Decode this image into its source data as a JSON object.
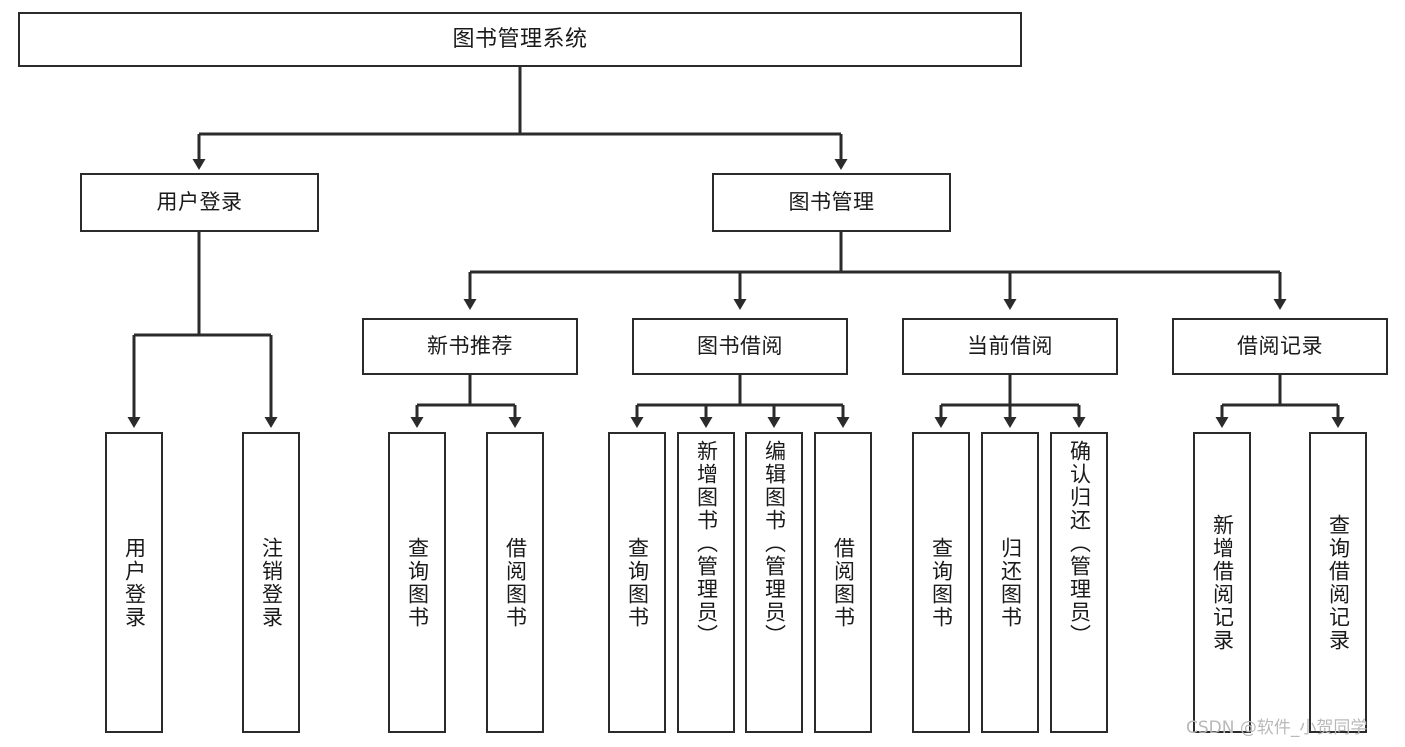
{
  "diagram": {
    "title": "图书管理系统",
    "type": "tree",
    "orientation": "top-down",
    "colors": {
      "box_border": "#2b2b2b",
      "box_fill": "#ffffff",
      "edge": "#2b2b2b",
      "text": "#1a1a1a",
      "watermark": "#b9b9b9",
      "background": "#ffffff"
    },
    "watermark": "CSDN @软件_小贺同学"
  },
  "nodes": {
    "root": {
      "label": "图书管理系统"
    },
    "level1": [
      {
        "id": "user-login",
        "label": "用户登录"
      },
      {
        "id": "book-management",
        "label": "图书管理"
      }
    ],
    "level2": [
      {
        "id": "new-book-recommend",
        "label": "新书推荐"
      },
      {
        "id": "book-borrow",
        "label": "图书借阅"
      },
      {
        "id": "current-borrow",
        "label": "当前借阅"
      },
      {
        "id": "borrow-record",
        "label": "借阅记录"
      }
    ],
    "leaves": {
      "user_login": [
        {
          "id": "leaf-user-login",
          "label": "用户登录"
        },
        {
          "id": "leaf-logout",
          "label": "注销登录"
        }
      ],
      "new_book_recommend": [
        {
          "id": "leaf-query-book-1",
          "label": "查询图书"
        },
        {
          "id": "leaf-borrow-book-1",
          "label": "借阅图书"
        }
      ],
      "book_borrow": [
        {
          "id": "leaf-query-book-2",
          "label": "查询图书"
        },
        {
          "id": "leaf-add-book",
          "label": "新增图书（管理员）"
        },
        {
          "id": "leaf-edit-book",
          "label": "编辑图书（管理员）"
        },
        {
          "id": "leaf-borrow-book-2",
          "label": "借阅图书"
        }
      ],
      "current_borrow": [
        {
          "id": "leaf-query-book-3",
          "label": "查询图书"
        },
        {
          "id": "leaf-return-book",
          "label": "归还图书"
        },
        {
          "id": "leaf-confirm-return",
          "label": "确认归还（管理员）"
        }
      ],
      "borrow_record": [
        {
          "id": "leaf-add-record",
          "label": "新增借阅记录"
        },
        {
          "id": "leaf-query-record",
          "label": "查询借阅记录"
        }
      ]
    }
  }
}
